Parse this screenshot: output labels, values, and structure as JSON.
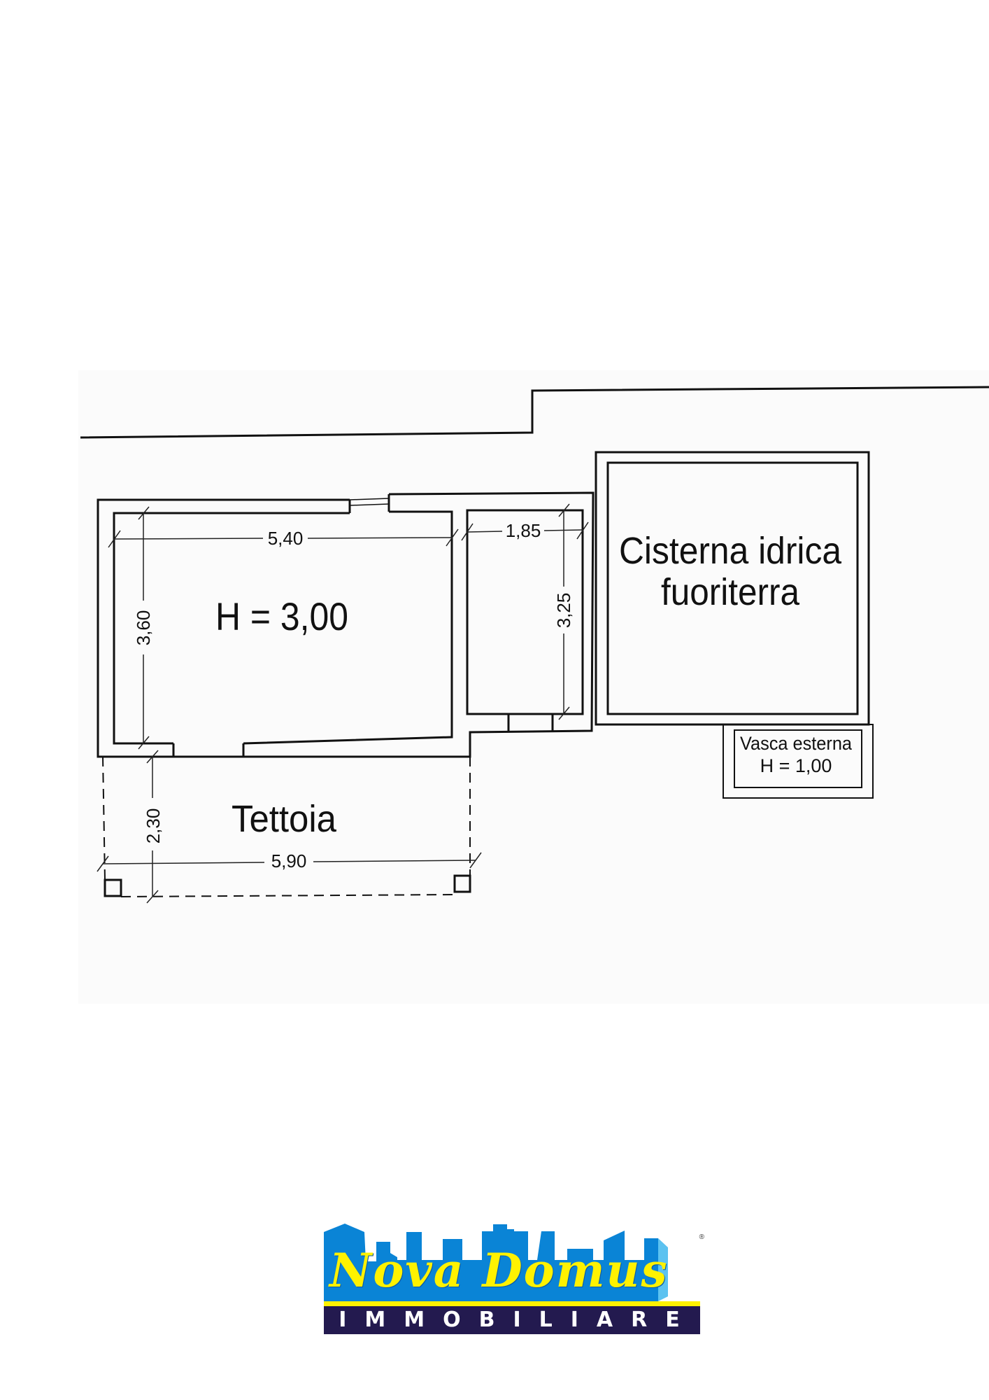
{
  "plan": {
    "main_room": {
      "height_label": "H = 3,00",
      "width_dim": "5,40",
      "depth_dim": "3,60"
    },
    "small_room": {
      "width_dim": "1,85",
      "depth_dim": "3,25"
    },
    "cistern": {
      "line1": "Cisterna idrica",
      "line2": "fuoriterra"
    },
    "tank": {
      "line1": "Vasca esterna",
      "line2": "H = 1,00"
    },
    "canopy": {
      "label": "Tettoia",
      "depth_dim": "2,30",
      "width_dim": "5,90"
    }
  },
  "logo": {
    "title": "Nova Domus",
    "subtitle": "IMMOBILIARE",
    "registered": "®",
    "colors": {
      "sky": "#0a84d6",
      "title": "#fff200",
      "band": "#231a4f"
    }
  }
}
